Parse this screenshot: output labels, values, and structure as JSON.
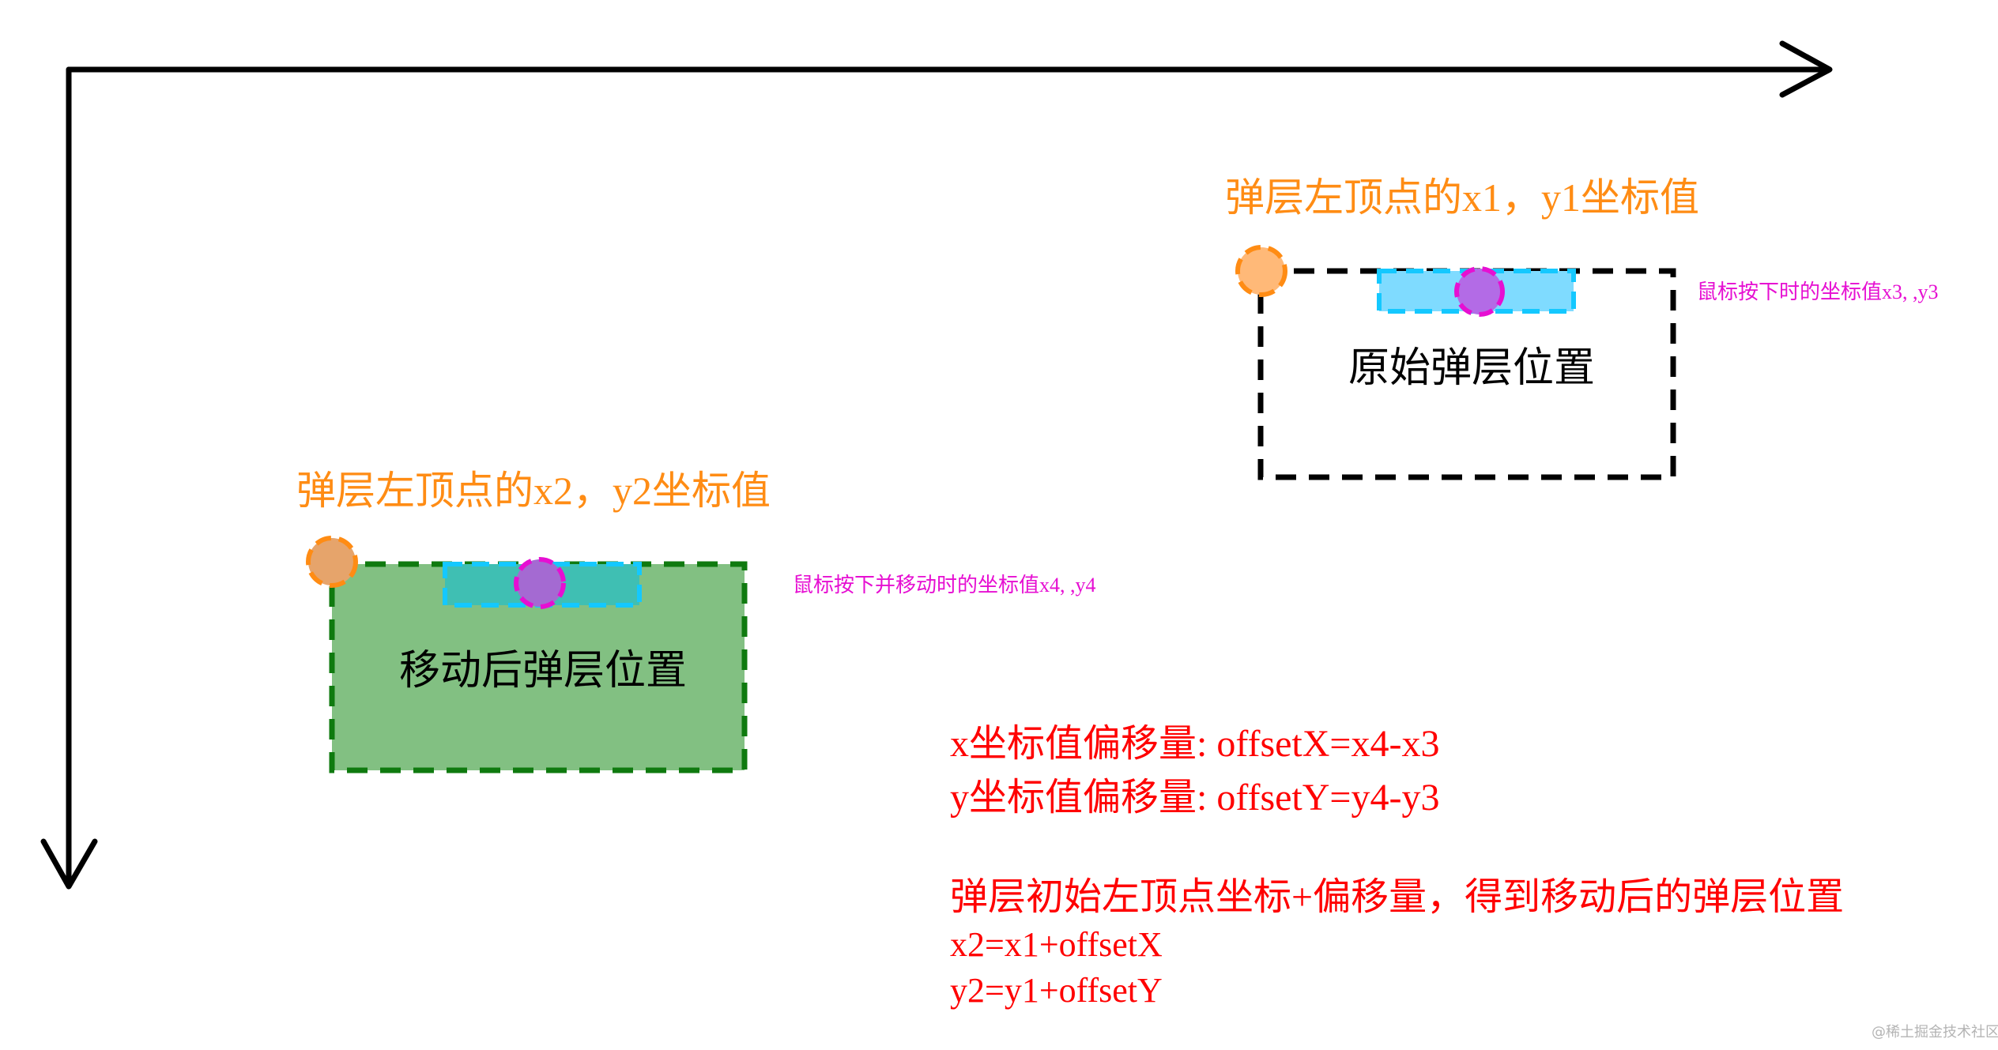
{
  "labels": {
    "top_left_orig": "弹层左顶点的x1，y1坐标值",
    "mouse_orig": "鼠标按下时的坐标值x3, ,y3",
    "box_orig": "原始弹层位置",
    "top_left_moved": "弹层左顶点的x2，y2坐标值",
    "mouse_moved": "鼠标按下并移动时的坐标值x4, ,y4",
    "box_moved": "移动后弹层位置"
  },
  "formulas": {
    "offset_x": "x坐标值偏移量: offsetX=x4-x3",
    "offset_y": "y坐标值偏移量: offsetY=y4-y3",
    "summary": "弹层初始左顶点坐标+偏移量，得到移动后的弹层位置",
    "x2": "x2=x1+offsetX",
    "y2": "y2=y1+offsetY"
  },
  "watermark": "@稀土掘金技术社区",
  "colors": {
    "axis": "#000000",
    "orange": "#ff8c14",
    "magenta": "#e60fd2",
    "cyan": "#14c8ff",
    "green_fill": "#82c082",
    "green_border": "#0f7a0f",
    "red": "#ff0000"
  }
}
